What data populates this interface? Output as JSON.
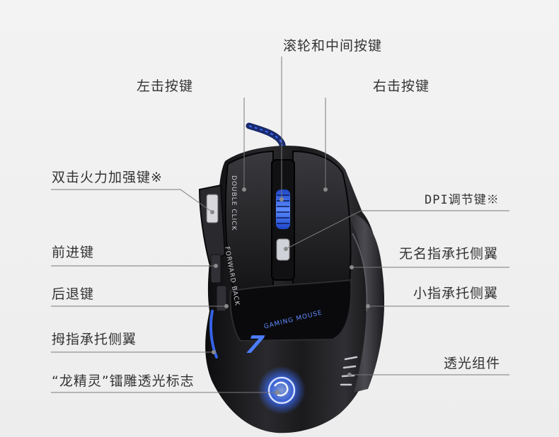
{
  "callouts": {
    "scroll_middle": "滚轮和中间按键",
    "left_click": "左击按键",
    "right_click": "右击按键",
    "double_click": "双击火力加强键※",
    "dpi": "DPI调节键※",
    "forward": "前进键",
    "ring_finger_wing": "无名指承托侧翼",
    "back": "后退键",
    "pinky_wing": "小指承托侧翼",
    "thumb_wing": "拇指承托侧翼",
    "light_parts": "透光组件",
    "logo": "“龙精灵”镭雕透光标志"
  },
  "mouse_print": {
    "double_click_text": "DOUBLE CLICK",
    "forward_back_text": "FORWARD BACK",
    "brand_number": "7",
    "brand_text": "GAMING MOUSE"
  },
  "colors": {
    "text": "#333333",
    "leader_line": "#777777",
    "mouse_body": "#1c1c1e",
    "led_blue": "#3a6cff"
  }
}
